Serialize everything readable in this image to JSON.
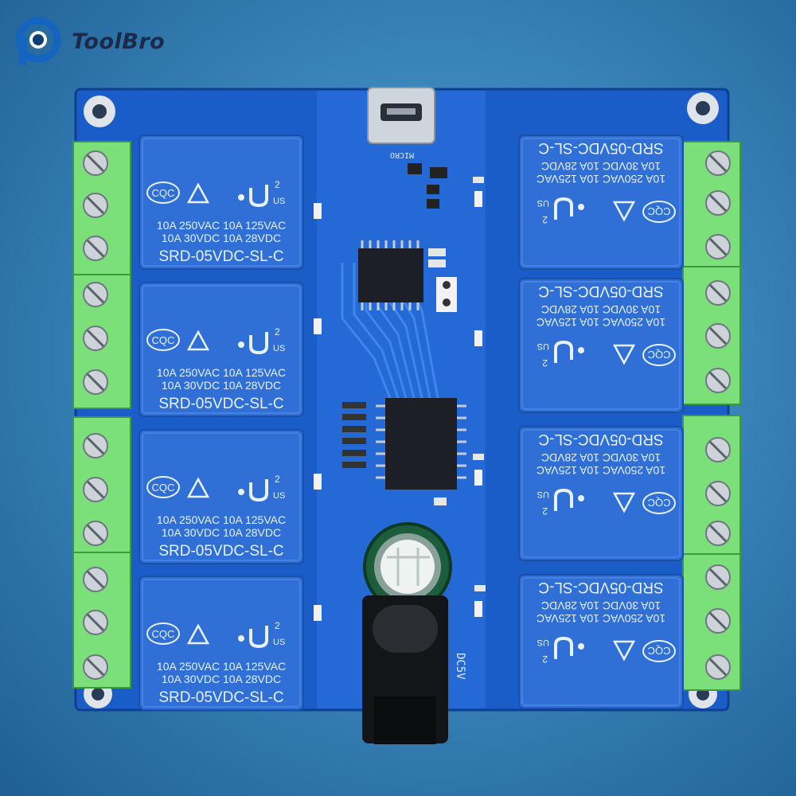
{
  "brand": {
    "name": "ToolBro",
    "logo_icon": "toolbro-p-logo-icon",
    "color": "#1b2a4a"
  },
  "board": {
    "pcb_color": "#1a5cc8",
    "power_label": "DC5V",
    "usb_label": "MICRO"
  },
  "relay": {
    "rating_line1": "10A 250VAC   10A 125VAC",
    "rating_line2": "10A  30VDC   10A  28VDC",
    "model": "SRD-05VDC-SL-C",
    "mark_cqc": "CQC",
    "mark_ul_sub": "US",
    "mark_ul_num": "2",
    "color": "#2f6fd6"
  },
  "terminal": {
    "color": "#7be07a"
  }
}
